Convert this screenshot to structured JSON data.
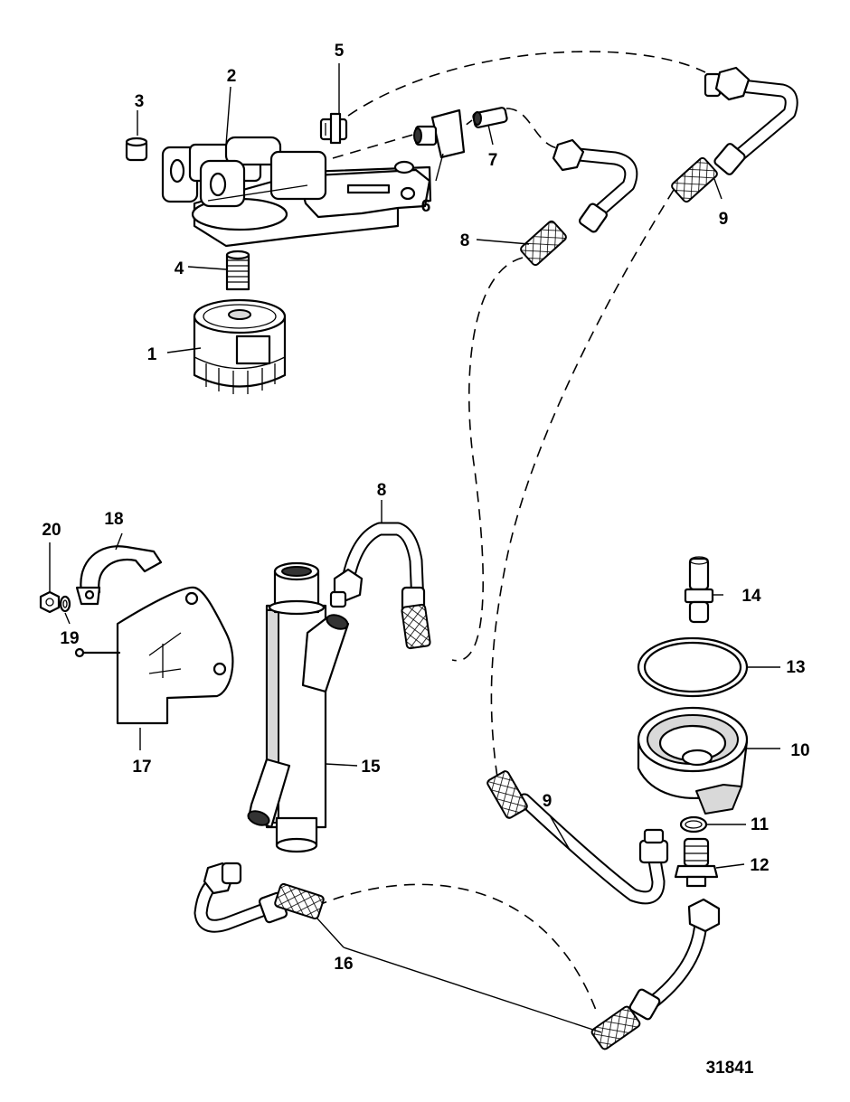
{
  "figure_number": "31841",
  "callouts": [
    {
      "id": "c1",
      "label": "1"
    },
    {
      "id": "c2",
      "label": "2"
    },
    {
      "id": "c3",
      "label": "3"
    },
    {
      "id": "c4",
      "label": "4"
    },
    {
      "id": "c5",
      "label": "5"
    },
    {
      "id": "c6",
      "label": "6"
    },
    {
      "id": "c7",
      "label": "7"
    },
    {
      "id": "c8a",
      "label": "8"
    },
    {
      "id": "c8b",
      "label": "8"
    },
    {
      "id": "c9a",
      "label": "9"
    },
    {
      "id": "c9b",
      "label": "9"
    },
    {
      "id": "c10",
      "label": "10"
    },
    {
      "id": "c11",
      "label": "11"
    },
    {
      "id": "c12",
      "label": "12"
    },
    {
      "id": "c13",
      "label": "13"
    },
    {
      "id": "c14",
      "label": "14"
    },
    {
      "id": "c15",
      "label": "15"
    },
    {
      "id": "c16",
      "label": "16"
    },
    {
      "id": "c17",
      "label": "17"
    },
    {
      "id": "c18",
      "label": "18"
    },
    {
      "id": "c19",
      "label": "19"
    },
    {
      "id": "c20",
      "label": "20"
    }
  ]
}
